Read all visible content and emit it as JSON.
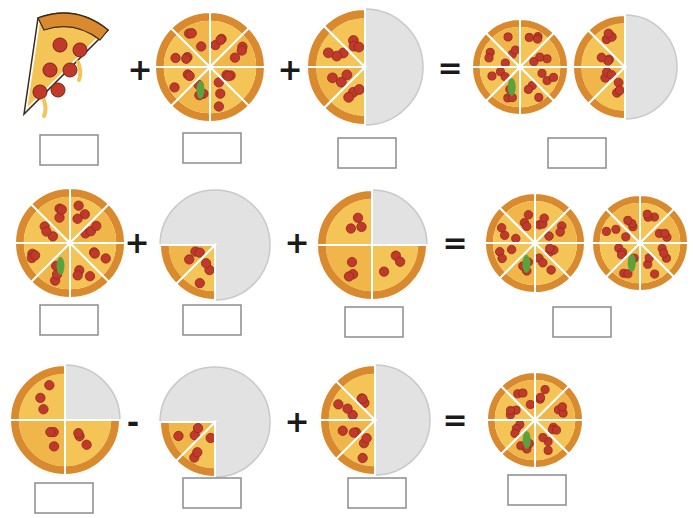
{
  "diagram": {
    "labels": [
      "+",
      "+",
      "=",
      "+",
      "+",
      "=",
      "-",
      "+",
      "="
    ]
  }
}
